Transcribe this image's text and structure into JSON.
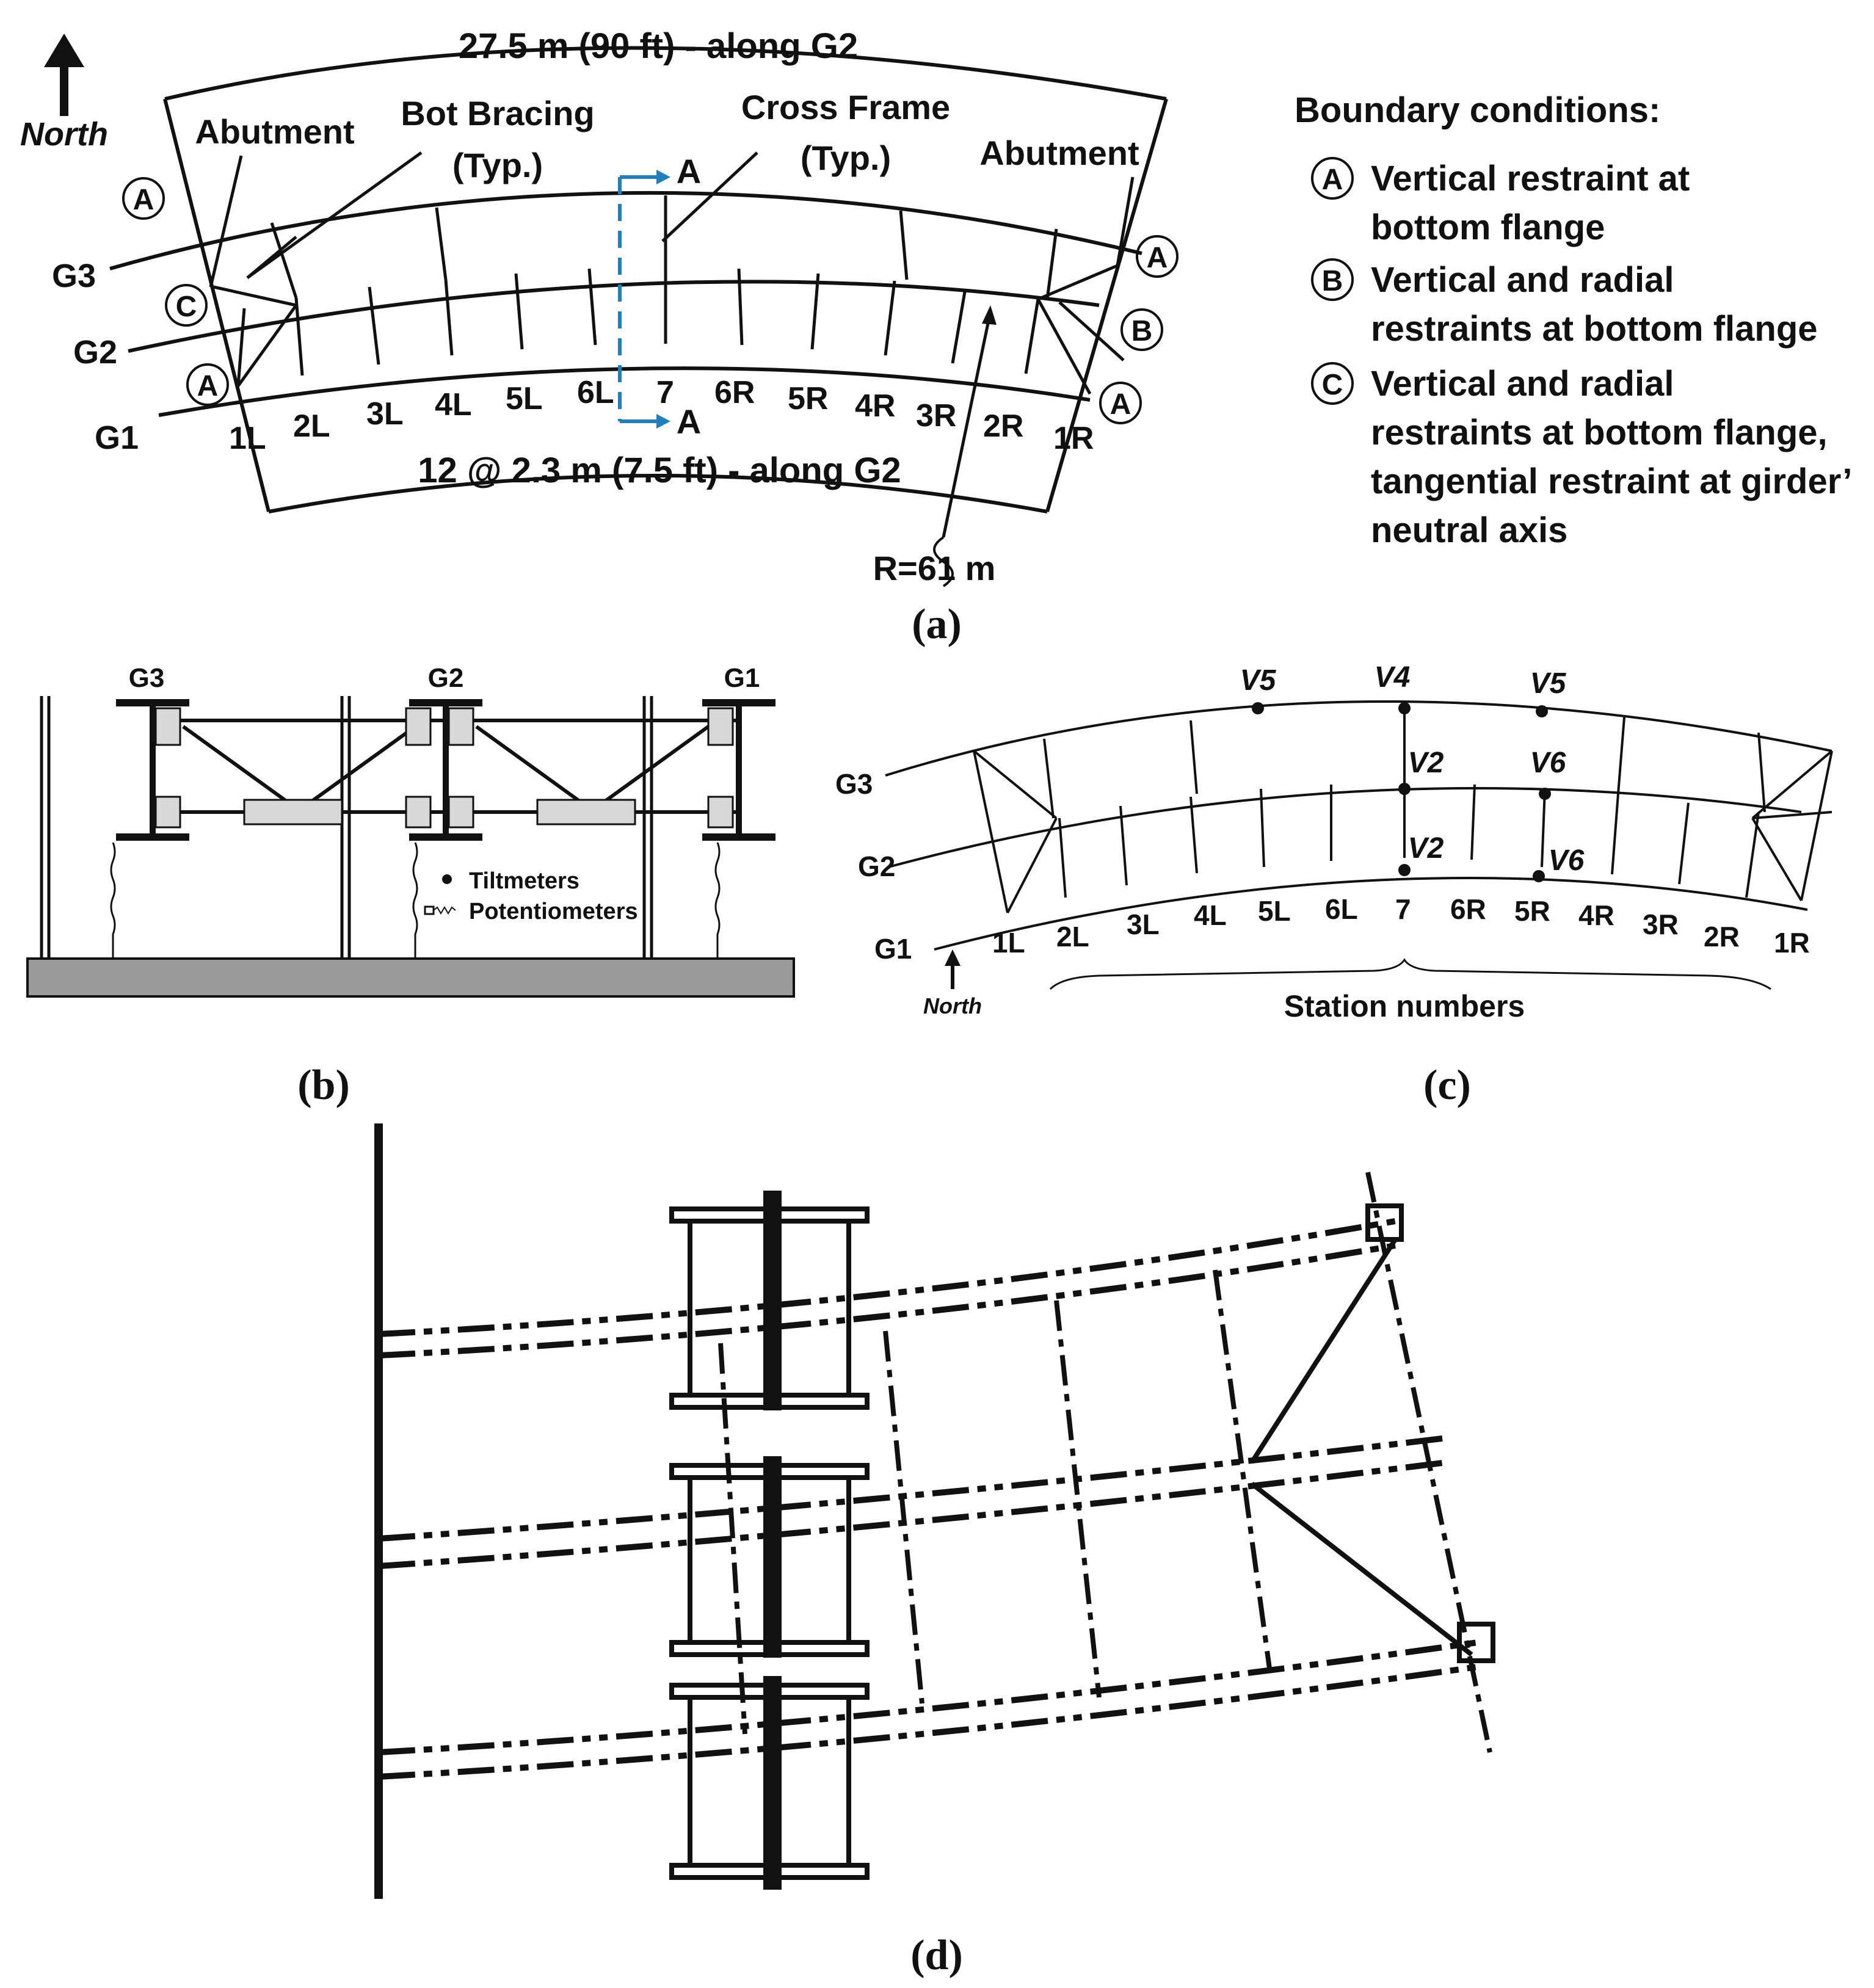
{
  "panel_a": {
    "north": "North",
    "top_dim": "27.5 m (90 ft) - along G2",
    "bottom_dim": "12 @ 2.3 m (7.5 ft) - along G2",
    "abutment_left": "Abutment",
    "abutment_right": "Abutment",
    "bot_bracing_1": "Bot Bracing",
    "bot_bracing_2": "(Typ.)",
    "cross_frame_1": "Cross Frame",
    "cross_frame_2": "(Typ.)",
    "section_mark": "A",
    "radius": "R=61 m",
    "girders": [
      "G3",
      "G2",
      "G1"
    ],
    "stations": [
      "1L",
      "2L",
      "3L",
      "4L",
      "5L",
      "6L",
      "7",
      "6R",
      "5R",
      "4R",
      "3R",
      "2R",
      "1R"
    ],
    "support_marks": {
      "left_top": "A",
      "left_mid": "C",
      "left_bot": "A",
      "right_top": "A",
      "right_mid": "B",
      "right_bot": "A"
    },
    "boundary_title": "Boundary conditions:",
    "boundary": [
      {
        "mark": "A",
        "lines": [
          "Vertical restraint at",
          "bottom flange"
        ]
      },
      {
        "mark": "B",
        "lines": [
          "Vertical and radial",
          "restraints at bottom flange"
        ]
      },
      {
        "mark": "C",
        "lines": [
          "Vertical and radial",
          "restraints at bottom flange,",
          "tangential restraint at girder’",
          "neutral axis"
        ]
      }
    ],
    "caption": "(a)"
  },
  "panel_b": {
    "girders": [
      "G3",
      "G2",
      "G1"
    ],
    "legend": [
      "Tiltmeters",
      "Potentiometers"
    ],
    "caption": "(b)"
  },
  "panel_c": {
    "girders": [
      "G3",
      "G2",
      "G1"
    ],
    "stations": [
      "1L",
      "2L",
      "3L",
      "4L",
      "5L",
      "6L",
      "7",
      "6R",
      "5R",
      "4R",
      "3R",
      "2R",
      "1R"
    ],
    "markers": {
      "v5_left": "V5",
      "v4": "V4",
      "v5_right": "V5",
      "v2_g2": "V2",
      "v6_g2": "V6",
      "v2_g1": "V2",
      "v6_g1": "V6"
    },
    "north": "North",
    "station_caption": "Station numbers",
    "caption": "(c)"
  },
  "panel_d": {
    "caption": "(d)"
  }
}
